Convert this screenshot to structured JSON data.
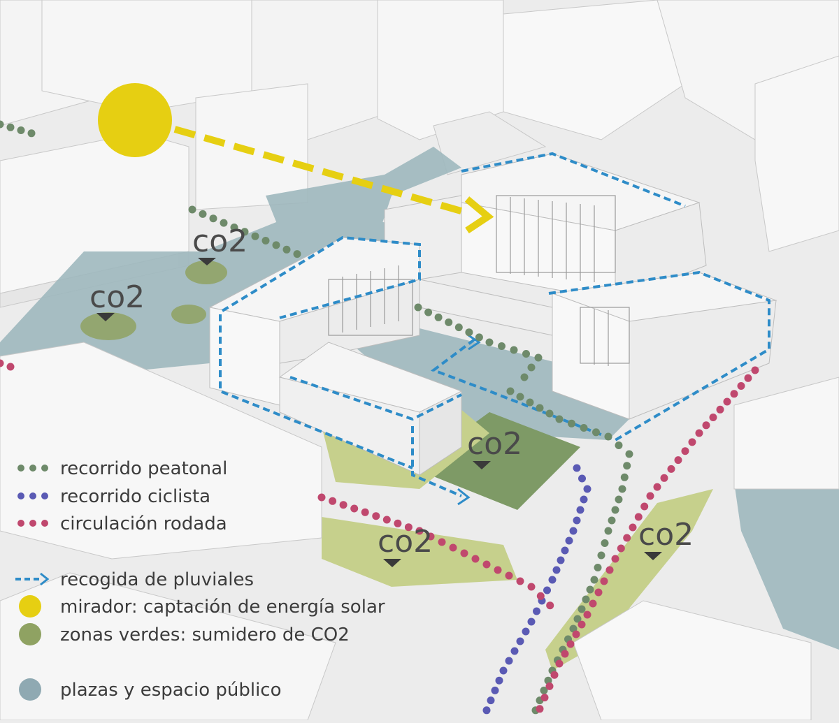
{
  "co2_labels": [
    "co2",
    "co2",
    "co2",
    "co2",
    "co2"
  ],
  "legend": {
    "items": [
      {
        "label": "recorrido peatonal",
        "color": "#6e8a6a",
        "marker": "dots"
      },
      {
        "label": "recorrido ciclista",
        "color": "#5a5ab4",
        "marker": "dots"
      },
      {
        "label": "circulación rodada",
        "color": "#c0486e",
        "marker": "dots"
      },
      {
        "label": "recogida de pluviales",
        "color": "#2e8cc8",
        "marker": "dashed-arrow"
      },
      {
        "label": "mirador: captación de energía solar",
        "color": "#e6cf12",
        "marker": "circle"
      },
      {
        "label": "zonas verdes: sumidero de CO2",
        "color": "#8fa262",
        "marker": "circle"
      },
      {
        "label": "plazas y espacio público",
        "color": "#8fa9b2",
        "marker": "circle"
      }
    ]
  },
  "colors": {
    "ground": "#ececec",
    "building_top": "#f7f7f7",
    "building_side": "#e2e2e2",
    "plaza_blue": "#9fb8be",
    "green_dark": "#7e9a66",
    "green_light": "#c6d08c",
    "sun": "#e6cf12",
    "rain_blue": "#2e8cc8",
    "ped": "#6e8a6a",
    "bike": "#5a5ab4",
    "road": "#c0486e"
  }
}
